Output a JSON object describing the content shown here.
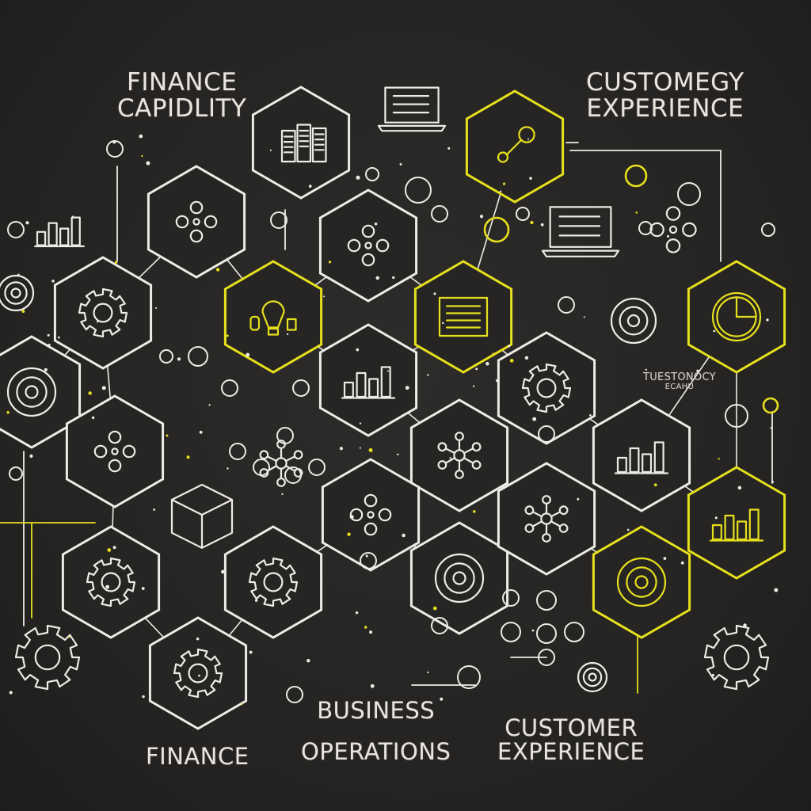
{
  "labels": {
    "finance_capability": [
      "FINANCE",
      "CAPIDLITY"
    ],
    "customegy_experience": [
      "CUSTOMEGY",
      "EXPERIENCE"
    ],
    "tuestonocy": [
      "TUESTONOCY",
      "ECAHU"
    ],
    "finance": "FINANCE",
    "business_operations": [
      "BUSINESS",
      "OPERATIONS"
    ],
    "customer_experience": [
      "CUSTOMER",
      "EXPERIENCE"
    ]
  },
  "colors": {
    "background": "#262422",
    "line": "#ecebe6",
    "accent": "#e6e01d"
  },
  "icons": [
    "server-icon",
    "laptop-icon",
    "key-icon",
    "network-icon",
    "gear-icon",
    "lightbulb-icon",
    "document-icon",
    "pie-chart-icon",
    "target-icon",
    "bar-chart-icon",
    "cube-icon",
    "flowchart-icon"
  ]
}
